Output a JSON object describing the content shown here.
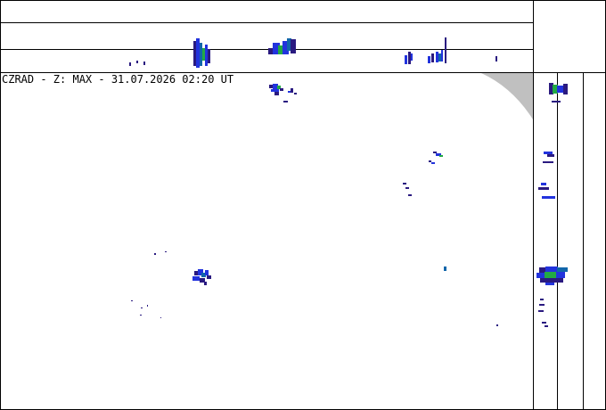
{
  "title": "CZRAD - Z: MAX - 31.07.2026 02:20 UT",
  "colors": {
    "background": "#ffffff",
    "frame": "#000000",
    "no_coverage": "#c0c0c0",
    "echo_weak": "#2a1a80",
    "echo_low": "#2233dd",
    "echo_mid": "#1166aa",
    "echo_high": "#22aa44"
  },
  "panels": {
    "plan_view": "max-reflectivity plan view",
    "top_profile": "north-south max projection",
    "side_profile": "east-west max projection"
  }
}
